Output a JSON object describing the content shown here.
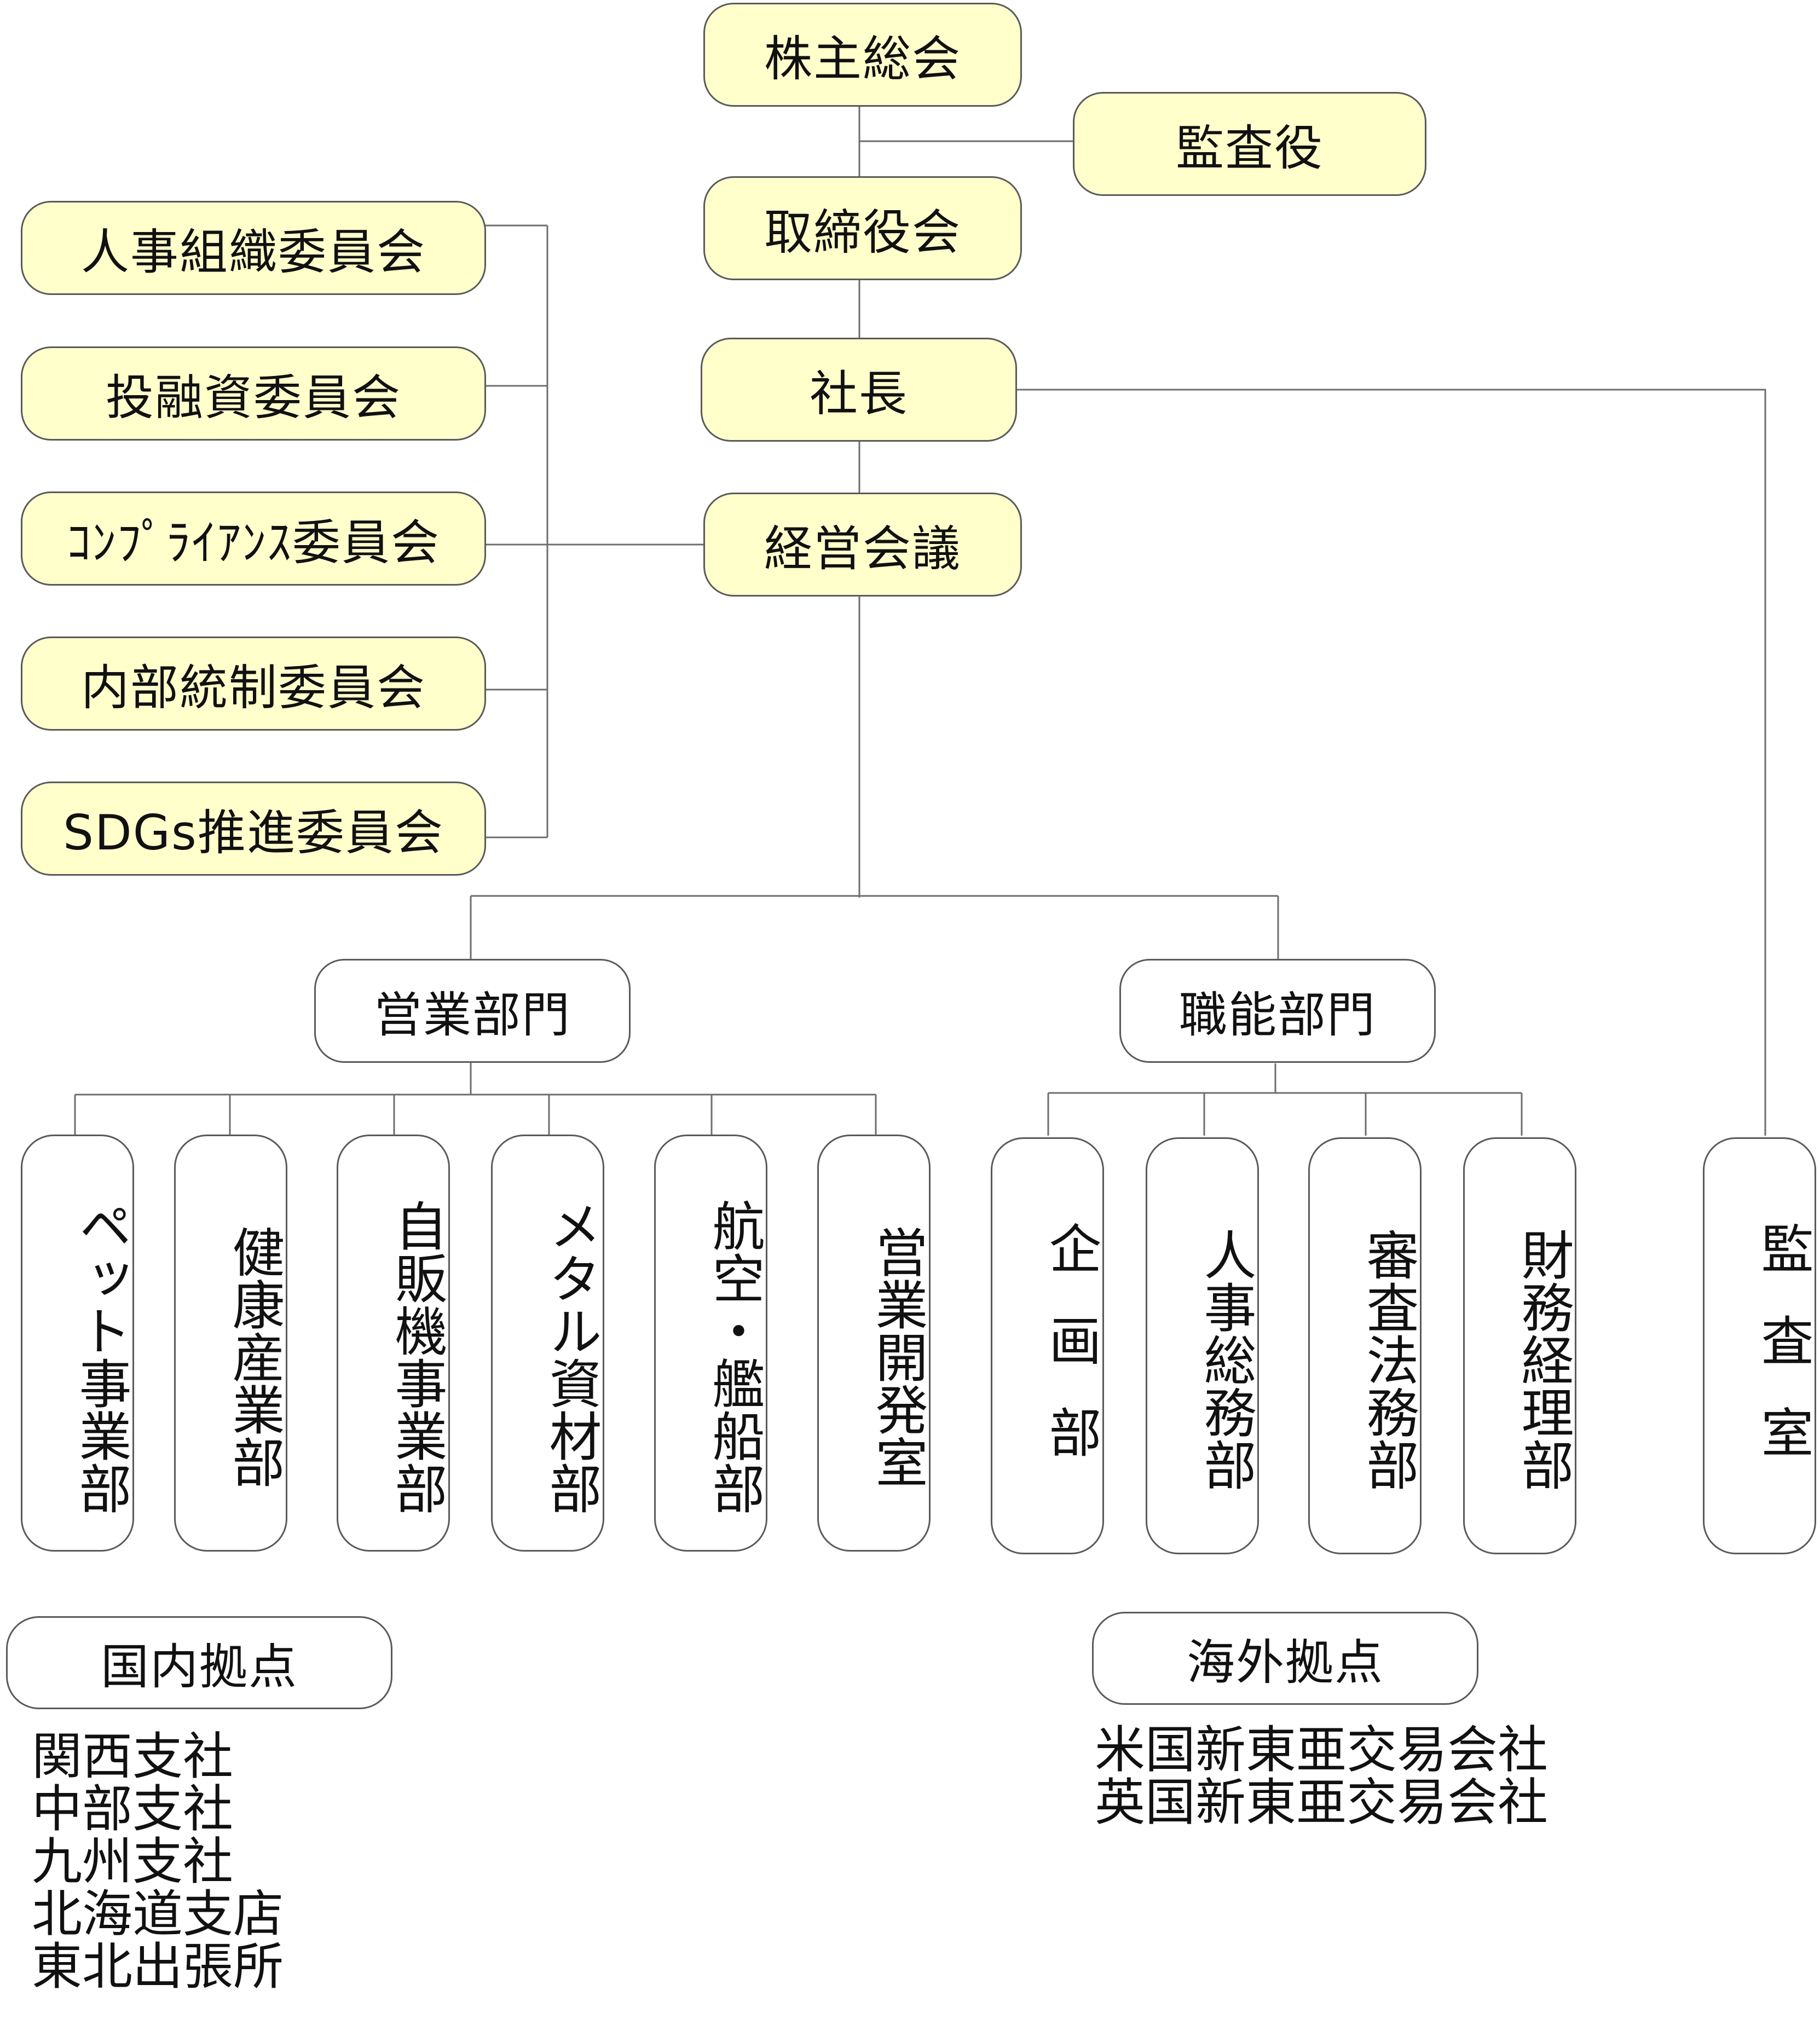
{
  "governance": {
    "shareholders": "株主総会",
    "auditor": "監査役",
    "board": "取締役会",
    "president": "社長",
    "management_meeting": "経営会議"
  },
  "committees": [
    "人事組織委員会",
    "投融資委員会",
    "ｺﾝﾌﾟﾗｲｱﾝｽ委員会",
    "内部統制委員会",
    "SDGs推進委員会"
  ],
  "divisions": {
    "sales": {
      "label": "営業部門",
      "departments": [
        "ペット事業部",
        "健康産業部",
        "自販機事業部",
        "メタル資材部",
        "航空・艦船部",
        "営業開発室"
      ]
    },
    "functional": {
      "label": "職能部門",
      "departments": [
        "企画部",
        "人事総務部",
        "審査法務部",
        "財務経理部"
      ]
    }
  },
  "audit_office": "監査室",
  "domestic": {
    "label": "国内拠点",
    "items": [
      "関西支社",
      "中部支社",
      "九州支社",
      "北海道支店",
      "東北出張所"
    ]
  },
  "overseas": {
    "label": "海外拠点",
    "items": [
      "米国新東亜交易会社",
      "英国新東亜交易会社"
    ]
  },
  "colors": {
    "governance_fill": "#ffffcc",
    "border": "#5a5a5a",
    "line": "#6e6e6e"
  }
}
